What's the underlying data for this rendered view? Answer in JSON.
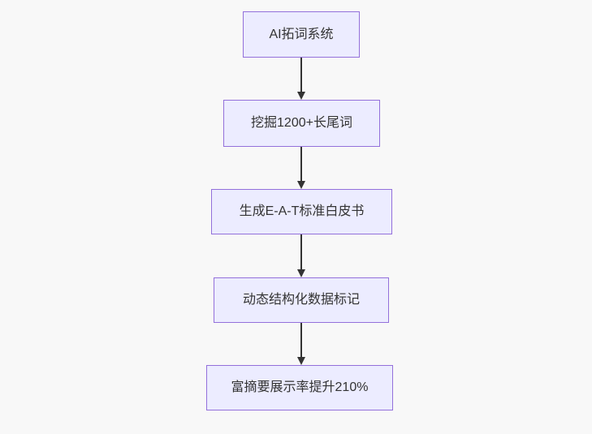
{
  "diagram": {
    "type": "flowchart-vertical",
    "background_color": "#f8f8f8",
    "node_fill_color": "#ECECFF",
    "node_border_color": "#9370DB",
    "arrow_color": "#333333",
    "text_color": "#333333",
    "nodes": [
      {
        "id": "node-1",
        "label": "AI拓词系统"
      },
      {
        "id": "node-2",
        "label": "挖掘1200+长尾词"
      },
      {
        "id": "node-3",
        "label": "生成E-A-T标准白皮书"
      },
      {
        "id": "node-4",
        "label": "动态结构化数据标记"
      },
      {
        "id": "node-5",
        "label": "富摘要展示率提升210%"
      }
    ],
    "edges": [
      {
        "from": "node-1",
        "to": "node-2",
        "direction": "down"
      },
      {
        "from": "node-2",
        "to": "node-3",
        "direction": "down"
      },
      {
        "from": "node-3",
        "to": "node-4",
        "direction": "down"
      },
      {
        "from": "node-4",
        "to": "node-5",
        "direction": "down"
      }
    ]
  }
}
